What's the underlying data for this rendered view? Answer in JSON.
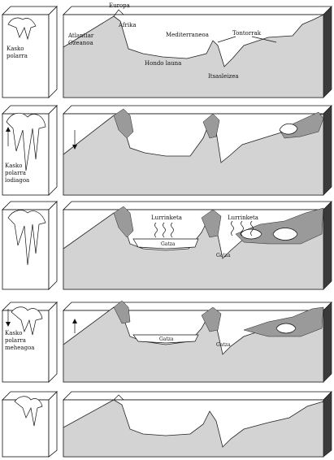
{
  "colors": {
    "land": "#d3d3d3",
    "outline": "#111111",
    "side": "#3a3a3a",
    "water": "#ffffff"
  },
  "panel1": {
    "polar_cap": [
      "Kasko",
      "polarra"
    ],
    "europe": "Europa",
    "africa": "Afrika",
    "atlantic": [
      "Atlantiar",
      "Ozeanoa"
    ],
    "mediterranean": "Mediterraneoa",
    "sills": "Tontorrak",
    "abyssal_plain": "Hondo launa",
    "abyss": "Itsasleizea"
  },
  "panel2": {
    "polar_cap": [
      "Kasko",
      "polarra",
      "lodiagoa"
    ]
  },
  "panel3": {
    "evaporation": "Lurrinketa",
    "salt": "Gatza"
  },
  "panel4": {
    "polar_cap": [
      "Kasko",
      "polarra",
      "meheagoa"
    ],
    "salt": "Gatza"
  },
  "panel5": {}
}
